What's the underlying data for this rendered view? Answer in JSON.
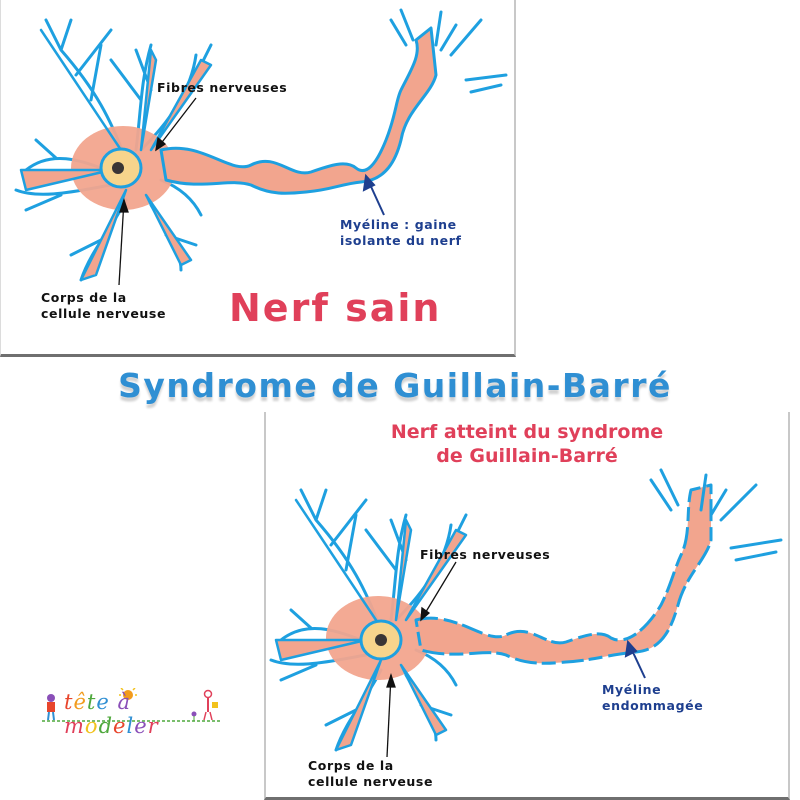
{
  "main_title": "Syndrome de  Guillain-Barré",
  "healthy_panel": {
    "title": "Nerf sain",
    "labels": {
      "fibres": "Fibres nerveuses",
      "corps": "Corps de la\ncellule nerveuse",
      "myeline": "Myéline : gaine\nisolante du nerf"
    }
  },
  "damaged_panel": {
    "title": "Nerf atteint du syndrome\nde Guillain-Barré",
    "labels": {
      "fibres": "Fibres nerveuses",
      "corps": "Corps de la\ncellule nerveuse",
      "myeline": "Myéline\nendommagée"
    }
  },
  "logo": {
    "text": "tête à modeler",
    "letter_colors": [
      "#e8452c",
      "#f29b1d",
      "#4fa83d",
      "#2f8fd3",
      "#8a4fb8",
      "#e0405a",
      "#f2c21d",
      "#4fa83d",
      "#e8452c",
      "#2f8fd3",
      "#8a4fb8",
      "#e0405a",
      "#4fa83d",
      "#f29b1d"
    ]
  },
  "colors": {
    "myelin": "#1ea0e0",
    "axon_fill": "#f2a58e",
    "axon_fill_light": "#f6c9a8",
    "nucleus_ring": "#f7d48c",
    "nucleus": "#3a3535",
    "title_blue": "#2f8fd3",
    "title_red": "#e0405a",
    "label_blue": "#1e3f8f"
  }
}
